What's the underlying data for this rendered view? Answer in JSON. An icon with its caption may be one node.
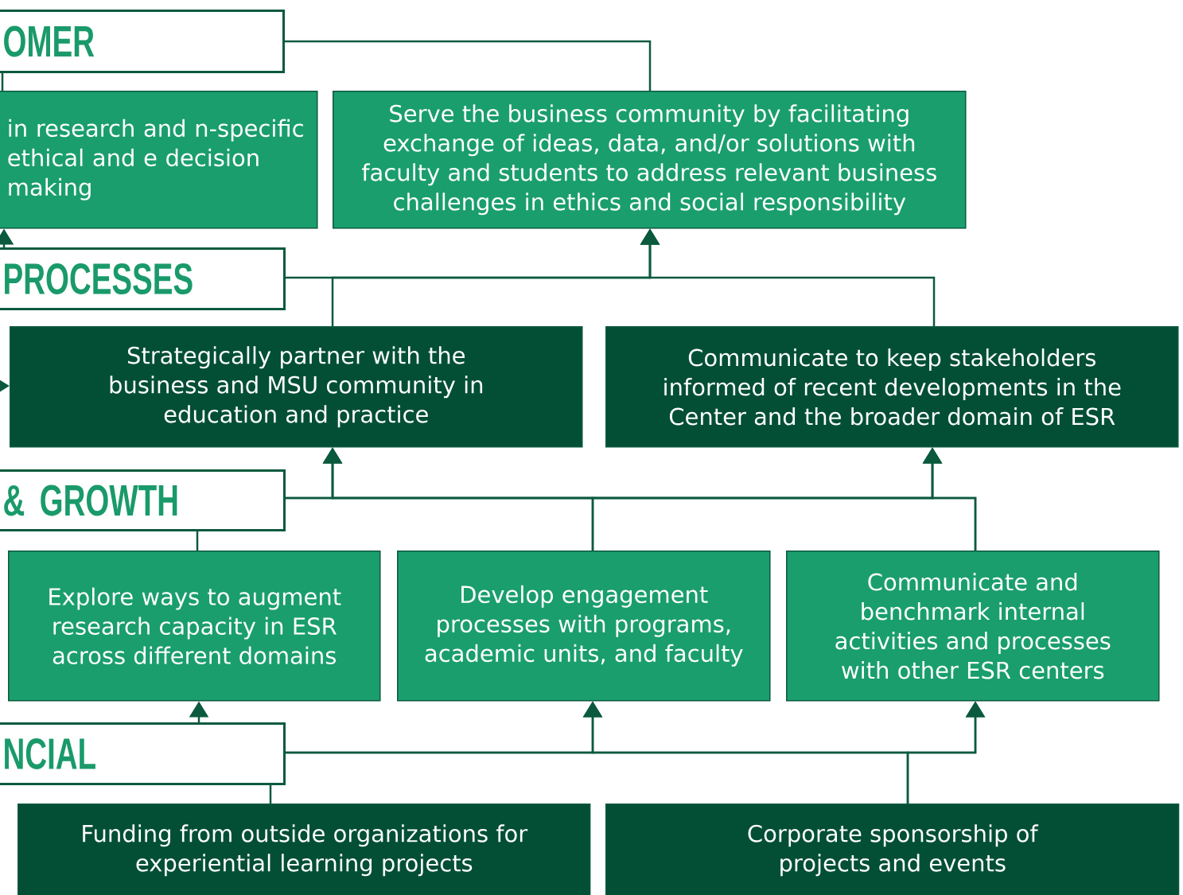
{
  "diagram": {
    "nodes": [
      {
        "text": [
          "OMER"
        ]
      },
      {
        "text": [
          "in research and n-specific ethical and e decision making"
        ]
      },
      {
        "text": [
          "Serve the business community by facilitating exchange of ideas, data, and/or solutions with faculty and students to address relevant business challenges in ethics and social responsibility"
        ]
      },
      {
        "text": [
          "PROCESSES"
        ]
      },
      {
        "text": [
          "Strategically partner with the business and MSU community in education and practice"
        ]
      },
      {
        "text": [
          "Communicate to keep stakeholders informed of recent developments in the Center and the broader domain of ESR"
        ]
      },
      {
        "text": [
          "& GROWTH"
        ]
      },
      {
        "text": [
          "Explore ways to augment research capacity in ESR across different domains"
        ]
      },
      {
        "text": [
          "Develop engagement processes with programs, academic units, and faculty"
        ]
      },
      {
        "text": [
          "Communicate and benchmark internal activities and processes with other ESR centers"
        ]
      },
      {
        "text": [
          "NCIAL"
        ]
      },
      {
        "text": [
          "Funding from outside organizations for experiential learning projects"
        ]
      },
      {
        "text": [
          "Corporate sponsorship of projects and events"
        ]
      }
    ],
    "edges": [
      {
        "from": 0,
        "to": 1,
        "arrow": "none"
      },
      {
        "from": 0,
        "to": 2,
        "arrow": "none"
      },
      {
        "from": 3,
        "to": 1,
        "arrow": "to"
      },
      {
        "from": 3,
        "to": 2,
        "arrow": "to"
      },
      {
        "from": 4,
        "to": 2,
        "arrow": "to"
      },
      {
        "from": 5,
        "to": 2,
        "arrow": "to"
      },
      {
        "from": null,
        "to": 4,
        "arrow": "to"
      },
      {
        "from": 6,
        "to": 7,
        "arrow": "none"
      },
      {
        "from": 6,
        "to": 4,
        "arrow": "to"
      },
      {
        "from": 6,
        "to": 5,
        "arrow": "to"
      },
      {
        "from": 8,
        "to": 4,
        "arrow": "to"
      },
      {
        "from": 8,
        "to": 5,
        "arrow": "to"
      },
      {
        "from": 9,
        "to": 4,
        "arrow": "to"
      },
      {
        "from": 9,
        "to": 5,
        "arrow": "to"
      },
      {
        "from": 10,
        "to": 7,
        "arrow": "to"
      },
      {
        "from": 10,
        "to": 8,
        "arrow": "to"
      },
      {
        "from": 10,
        "to": 9,
        "arrow": "to"
      },
      {
        "from": 12,
        "to": 8,
        "arrow": "to"
      },
      {
        "from": 12,
        "to": 9,
        "arrow": "to"
      },
      {
        "from": 10,
        "to": 11,
        "arrow": "none"
      }
    ]
  }
}
